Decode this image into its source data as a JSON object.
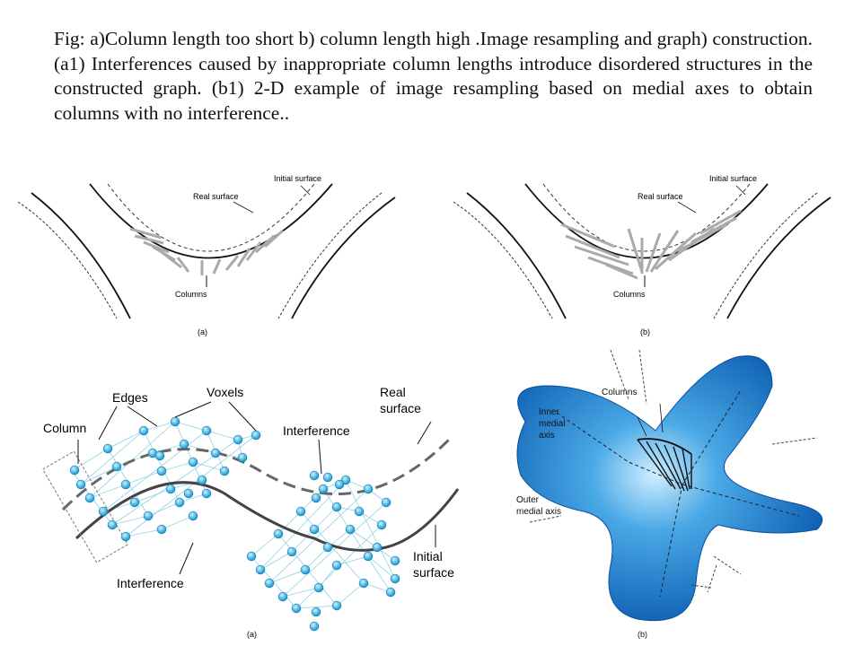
{
  "caption": "Fig:  a)Column length too short b) column length high .Image resampling and graph) construction. (a1) Interferences caused by inappropriate column lengths introduce disordered structures in the constructed graph. (b1) 2-D example of image resampling based on medial axes to obtain columns with no interference..",
  "top_a": {
    "initial": "Initial surface",
    "real": "Real surface",
    "columns": "Columns",
    "sub": "(a)"
  },
  "top_b": {
    "initial": "Initial surface",
    "real": "Real surface",
    "columns": "Columns",
    "sub": "(b)"
  },
  "bot_a": {
    "edges": "Edges",
    "voxels": "Voxels",
    "column": "Column",
    "real1": "Real",
    "real2": "surface",
    "interference_top": "Interference",
    "interference_bottom": "Interference",
    "initial1": "Initial",
    "initial2": "surface",
    "sub": "(a)"
  },
  "bot_b": {
    "columns": "Columns",
    "inner1": "Inner",
    "inner2": "medial",
    "inner3": "axis",
    "outer1": "Outer",
    "outer2": "medial axis",
    "sub": "(b)"
  }
}
